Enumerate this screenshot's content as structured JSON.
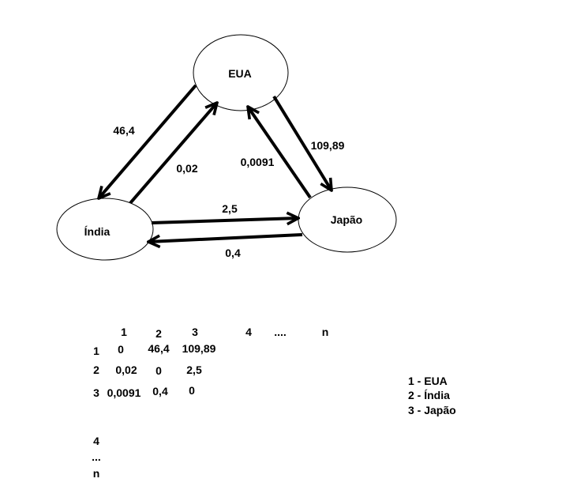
{
  "graph": {
    "nodes": [
      {
        "id": "1",
        "label": "EUA"
      },
      {
        "id": "2",
        "label": "Índia"
      },
      {
        "id": "3",
        "label": "Japão"
      }
    ],
    "edges": [
      {
        "from": "EUA",
        "to": "Índia",
        "label": "46,4"
      },
      {
        "from": "Índia",
        "to": "EUA",
        "label": "0,02"
      },
      {
        "from": "Japão",
        "to": "EUA",
        "label": "0,0091"
      },
      {
        "from": "EUA",
        "to": "Japão",
        "label": "109,89"
      },
      {
        "from": "Índia",
        "to": "Japão",
        "label": "2,5"
      },
      {
        "from": "Japão",
        "to": "Índia",
        "label": "0,4"
      }
    ]
  },
  "matrix": {
    "col_headers": [
      "1",
      "2",
      "3",
      "4",
      "....",
      "n"
    ],
    "row_headers": [
      "1",
      "2",
      "3",
      "4",
      "...",
      "n"
    ],
    "rows": [
      [
        "0",
        "46,4",
        "109,89"
      ],
      [
        "0,02",
        "0",
        "2,5"
      ],
      [
        "0,0091",
        "0,4",
        "0"
      ]
    ]
  },
  "legend": [
    "1 - EUA",
    "2 - Índia",
    "3 - Japão"
  ]
}
